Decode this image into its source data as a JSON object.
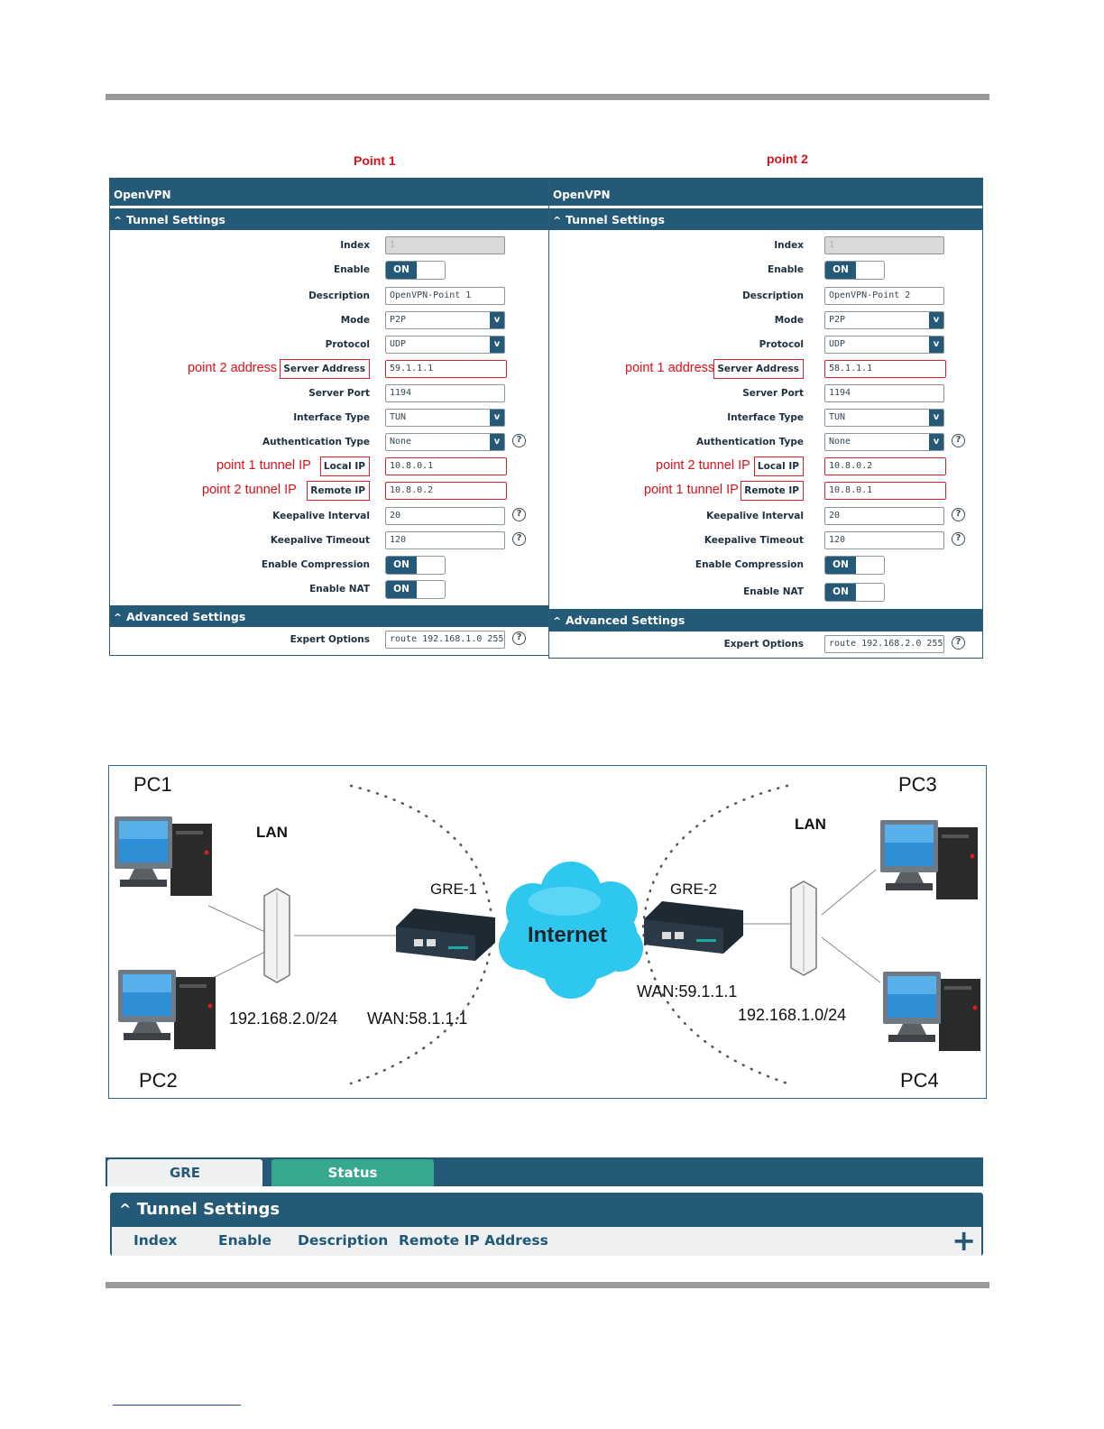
{
  "titles": {
    "point1": "Point 1",
    "point2": "point 2"
  },
  "panel_1": {
    "title": "OpenVPN",
    "tunnel_header": "Tunnel Settings",
    "advanced_header": "Advanced Settings",
    "labels": {
      "index": "Index",
      "enable": "Enable",
      "description": "Description",
      "mode": "Mode",
      "protocol": "Protocol",
      "server_address": "Server Address",
      "server_port": "Server Port",
      "interface_type": "Interface Type",
      "auth_type": "Authentication Type",
      "local_ip": "Local IP",
      "remote_ip": "Remote IP",
      "keepalive_interval": "Keepalive Interval",
      "keepalive_timeout": "Keepalive Timeout",
      "enable_compression": "Enable Compression",
      "enable_nat": "Enable NAT",
      "expert_options": "Expert Options"
    },
    "values": {
      "index": "1",
      "enable": "ON",
      "description": "OpenVPN-Point 1",
      "mode": "P2P",
      "protocol": "UDP",
      "server_address": "59.1.1.1",
      "server_port": "1194",
      "interface_type": "TUN",
      "auth_type": "None",
      "local_ip": "10.8.0.1",
      "remote_ip": "10.8.0.2",
      "keepalive_interval": "20",
      "keepalive_timeout": "120",
      "enable_compression": "ON",
      "enable_nat": "ON",
      "expert_options": "route 192.168.1.0 255"
    },
    "annotations": {
      "server_address": "point 2 address",
      "local_ip": "point 1 tunnel IP",
      "remote_ip": "point 2 tunnel IP"
    }
  },
  "panel_2": {
    "title": "OpenVPN",
    "tunnel_header": "Tunnel Settings",
    "advanced_header": "Advanced Settings",
    "labels": {
      "index": "Index",
      "enable": "Enable",
      "description": "Description",
      "mode": "Mode",
      "protocol": "Protocol",
      "server_address": "Server Address",
      "server_port": "Server Port",
      "interface_type": "Interface Type",
      "auth_type": "Authentication Type",
      "local_ip": "Local IP",
      "remote_ip": "Remote IP",
      "keepalive_interval": "Keepalive Interval",
      "keepalive_timeout": "Keepalive Timeout",
      "enable_compression": "Enable Compression",
      "enable_nat": "Enable NAT",
      "expert_options": "Expert Options"
    },
    "values": {
      "index": "1",
      "enable": "ON",
      "description": "OpenVPN-Point 2",
      "mode": "P2P",
      "protocol": "UDP",
      "server_address": "58.1.1.1",
      "server_port": "1194",
      "interface_type": "TUN",
      "auth_type": "None",
      "local_ip": "10.8.0.2",
      "remote_ip": "10.8.0.1",
      "keepalive_interval": "20",
      "keepalive_timeout": "120",
      "enable_compression": "ON",
      "enable_nat": "ON",
      "expert_options": "route 192.168.2.0 255"
    },
    "annotations": {
      "server_address": "point 1 address",
      "local_ip": "point 2 tunnel IP",
      "remote_ip": "point 1 tunnel IP"
    }
  },
  "diagram": {
    "pc1": "PC1",
    "pc2": "PC2",
    "pc3": "PC3",
    "pc4": "PC4",
    "lan_left": "LAN",
    "lan_right": "LAN",
    "gre1": "GRE-1",
    "gre2": "GRE-2",
    "internet": "Internet",
    "subnet_left": "192.168.2.0/24",
    "wan_left": "WAN:58.1.1.1",
    "wan_right": "WAN:59.1.1.1",
    "subnet_right": "192.168.1.0/24"
  },
  "gre": {
    "tabs": [
      "GRE",
      "Status"
    ],
    "section_header": "Tunnel Settings",
    "columns": [
      "Index",
      "Enable",
      "Description",
      "Remote IP Address"
    ],
    "add_icon": "plus-icon"
  },
  "colors": {
    "header": "#245a78",
    "status_tab": "#36a88e",
    "annotation": "#e0101a"
  }
}
